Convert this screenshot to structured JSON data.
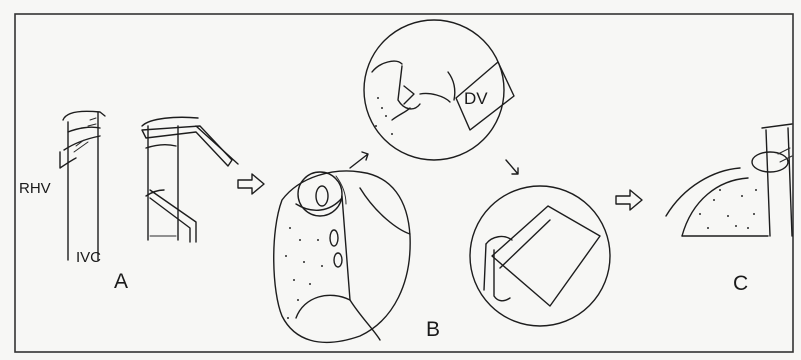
{
  "figure": {
    "panel_a": {
      "letter": "A",
      "rhv_label": "RHV",
      "ivc_label": "IVC"
    },
    "panel_b": {
      "letter": "B",
      "dv_label": "DV"
    },
    "panel_c": {
      "letter": "C"
    }
  }
}
